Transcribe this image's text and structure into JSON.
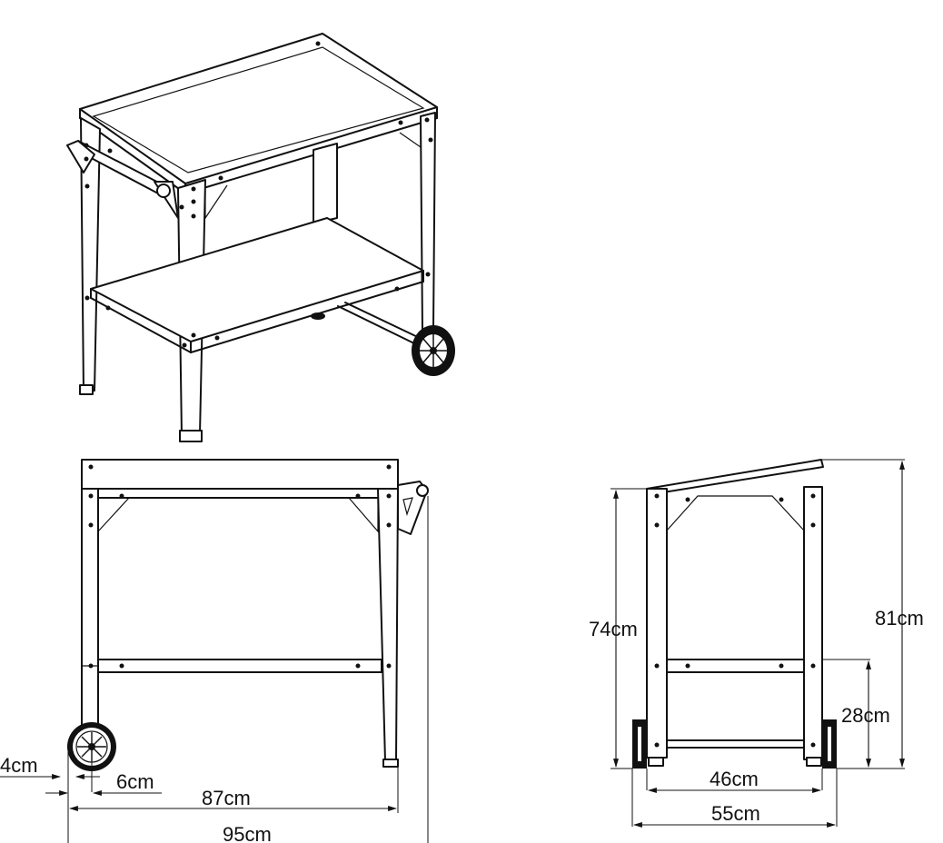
{
  "front_view": {
    "dim_wheel_offset": "4cm",
    "dim_leg_width": "6cm",
    "dim_inner_width": "87cm",
    "dim_total_width": "95cm"
  },
  "side_view": {
    "dim_table_height": "74cm",
    "dim_total_height": "81cm",
    "dim_shelf_height": "28cm",
    "dim_inner_depth": "46cm",
    "dim_total_depth": "55cm"
  }
}
